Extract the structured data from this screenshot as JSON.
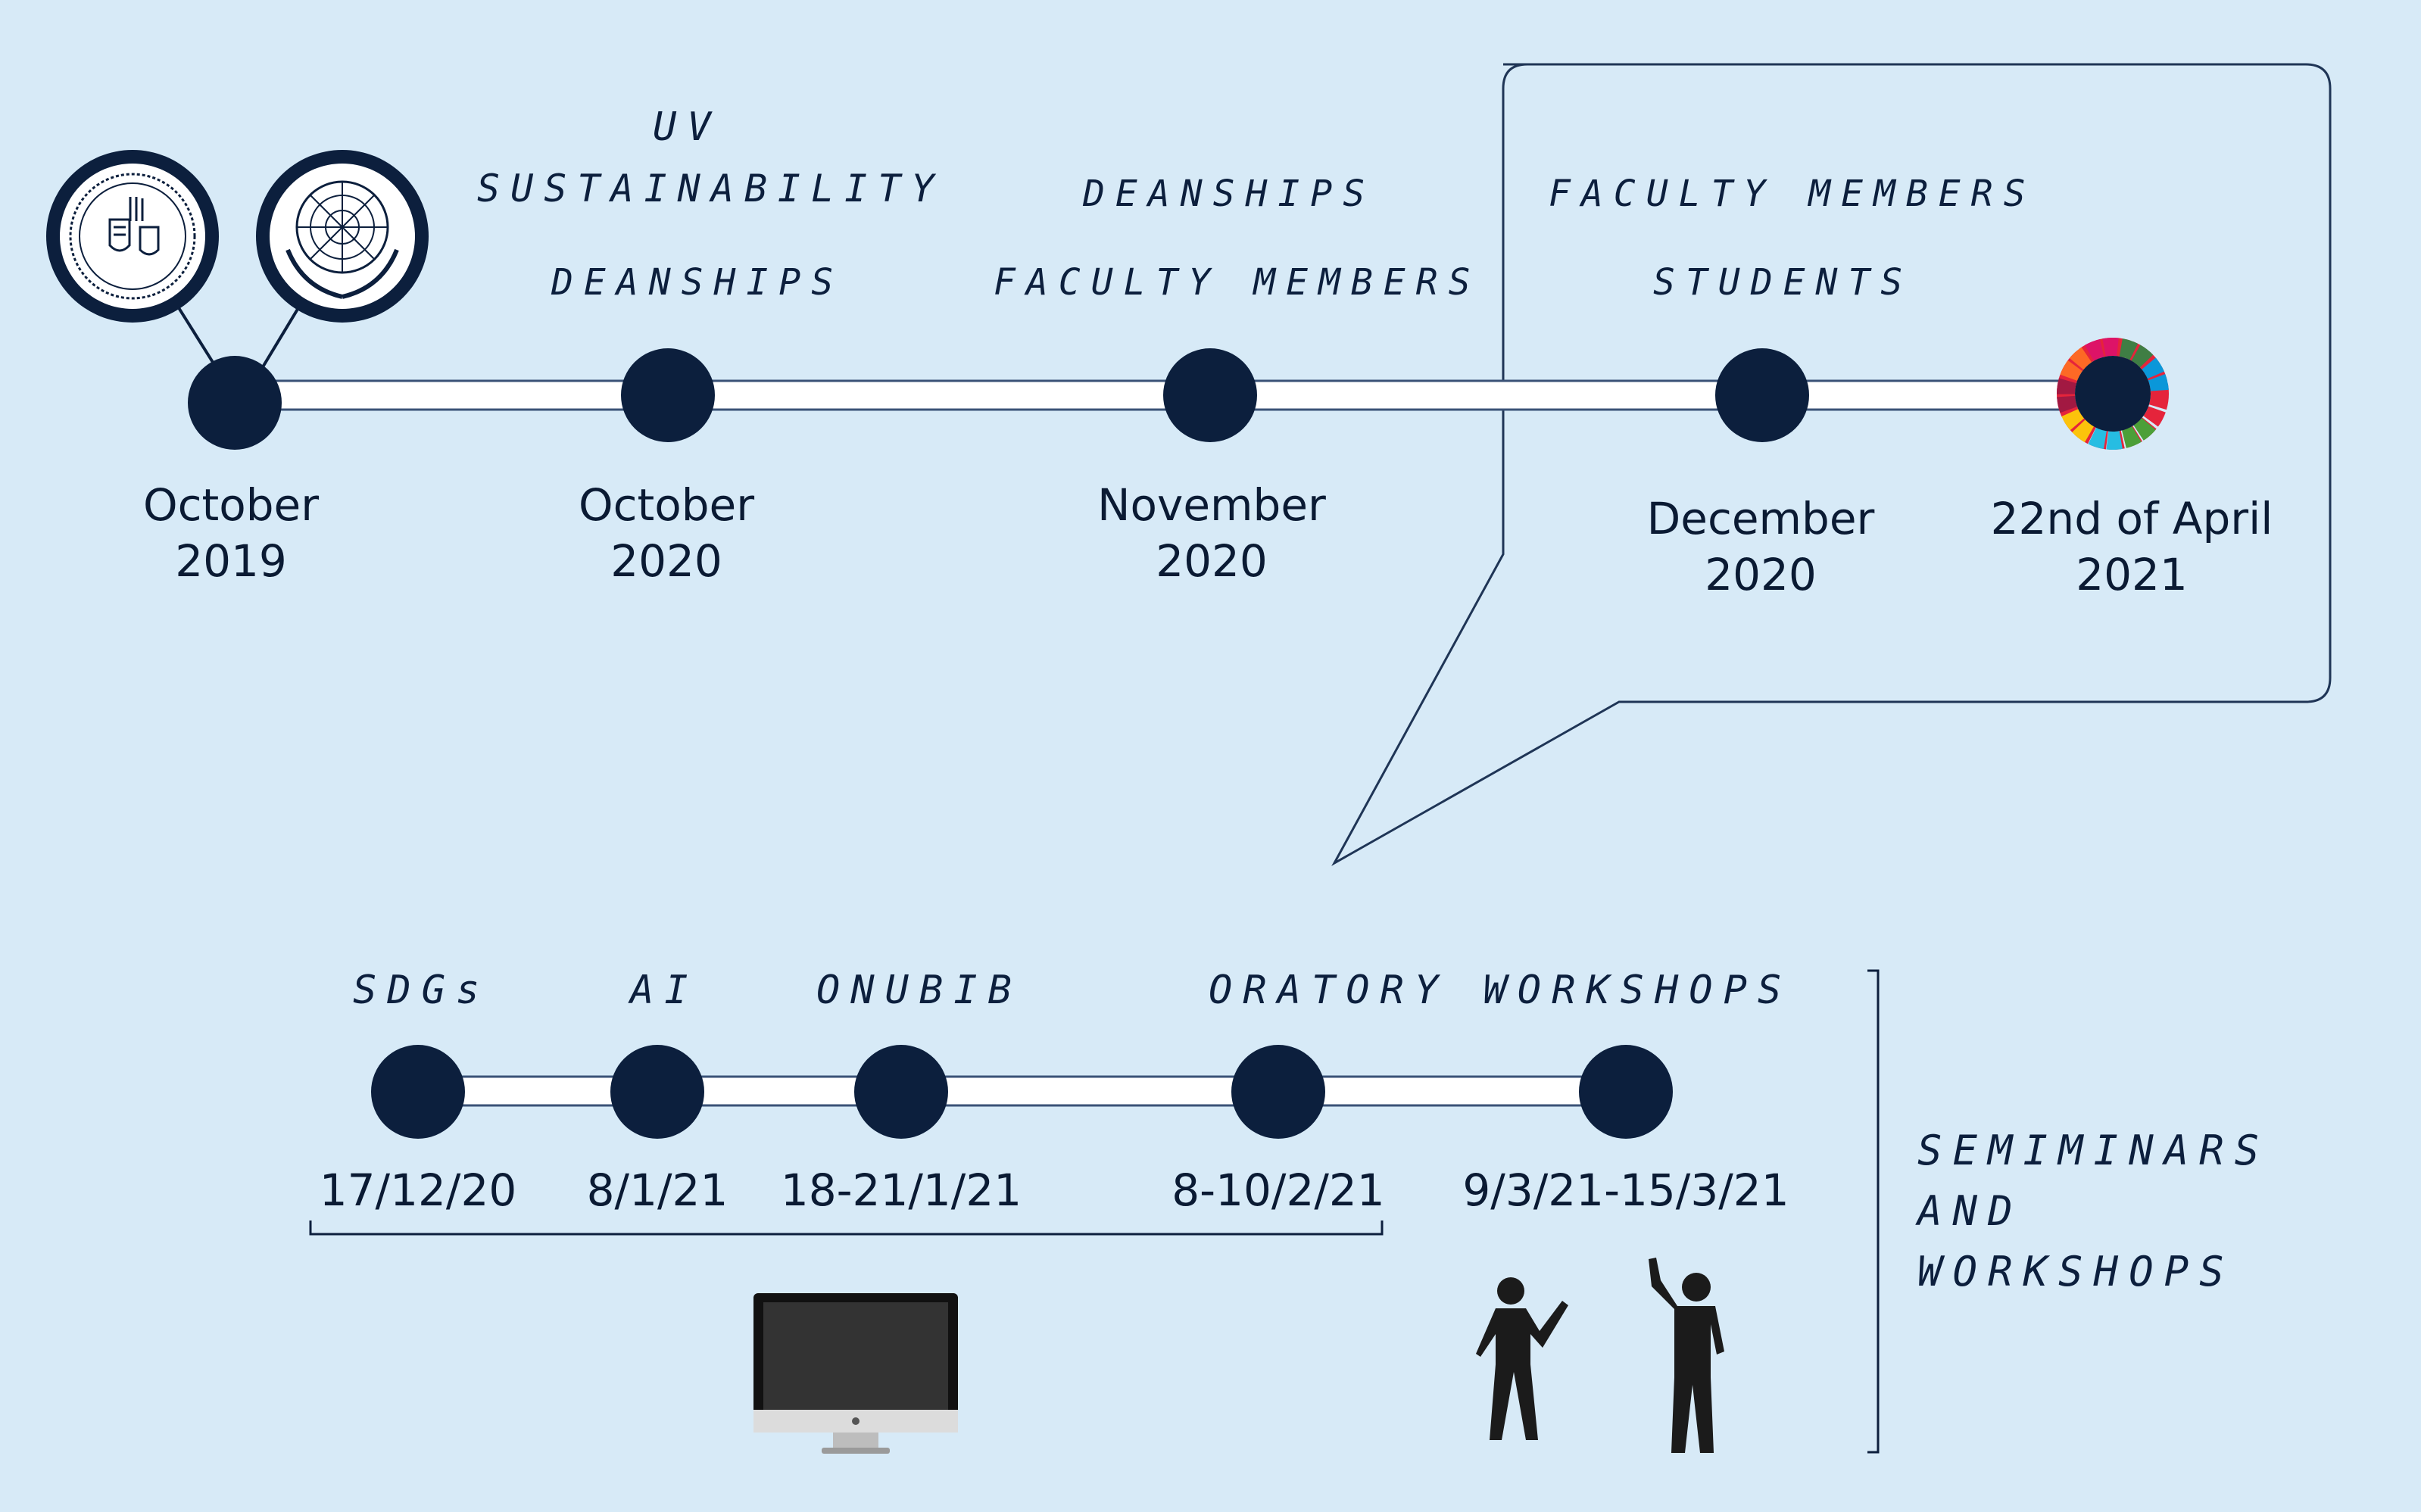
{
  "top_timeline": {
    "milestones": [
      {
        "date_line1": "October",
        "date_line2": "2019",
        "labels": []
      },
      {
        "date_line1": "October",
        "date_line2": "2020",
        "labels": [
          "UV",
          "Sustainability",
          "Deanships"
        ]
      },
      {
        "date_line1": "November",
        "date_line2": "2020",
        "labels": [
          "Deanships",
          "Faculty members"
        ]
      },
      {
        "date_line1": "December",
        "date_line2": "2020",
        "labels": [
          "Faculty members",
          "Students"
        ]
      },
      {
        "date_line1": "22nd of April",
        "date_line2": "2021",
        "labels": []
      }
    ],
    "logos": [
      "university-seal",
      "united-nations-emblem"
    ],
    "end_icon": "sdg-color-wheel-icon"
  },
  "bottom_timeline": {
    "events": [
      {
        "title": "SDGs",
        "date": "17/12/20"
      },
      {
        "title": "AI",
        "date": "8/1/21"
      },
      {
        "title": "ONUBIB",
        "date": "18-21/1/21"
      },
      {
        "title": "Oratory workshops",
        "date": "8-10/2/21"
      },
      {
        "title": "",
        "date": "9/3/21-15/3/21"
      }
    ],
    "side_label": [
      "Semiminars",
      "and",
      "workshops"
    ],
    "online_icon": "desktop-monitor-icon",
    "in_person_icon": "people-icon"
  },
  "colors": {
    "background": "#d7eaf7",
    "node": "#0c1f3d",
    "line": "#ffffff",
    "text": "#0a1a33"
  }
}
